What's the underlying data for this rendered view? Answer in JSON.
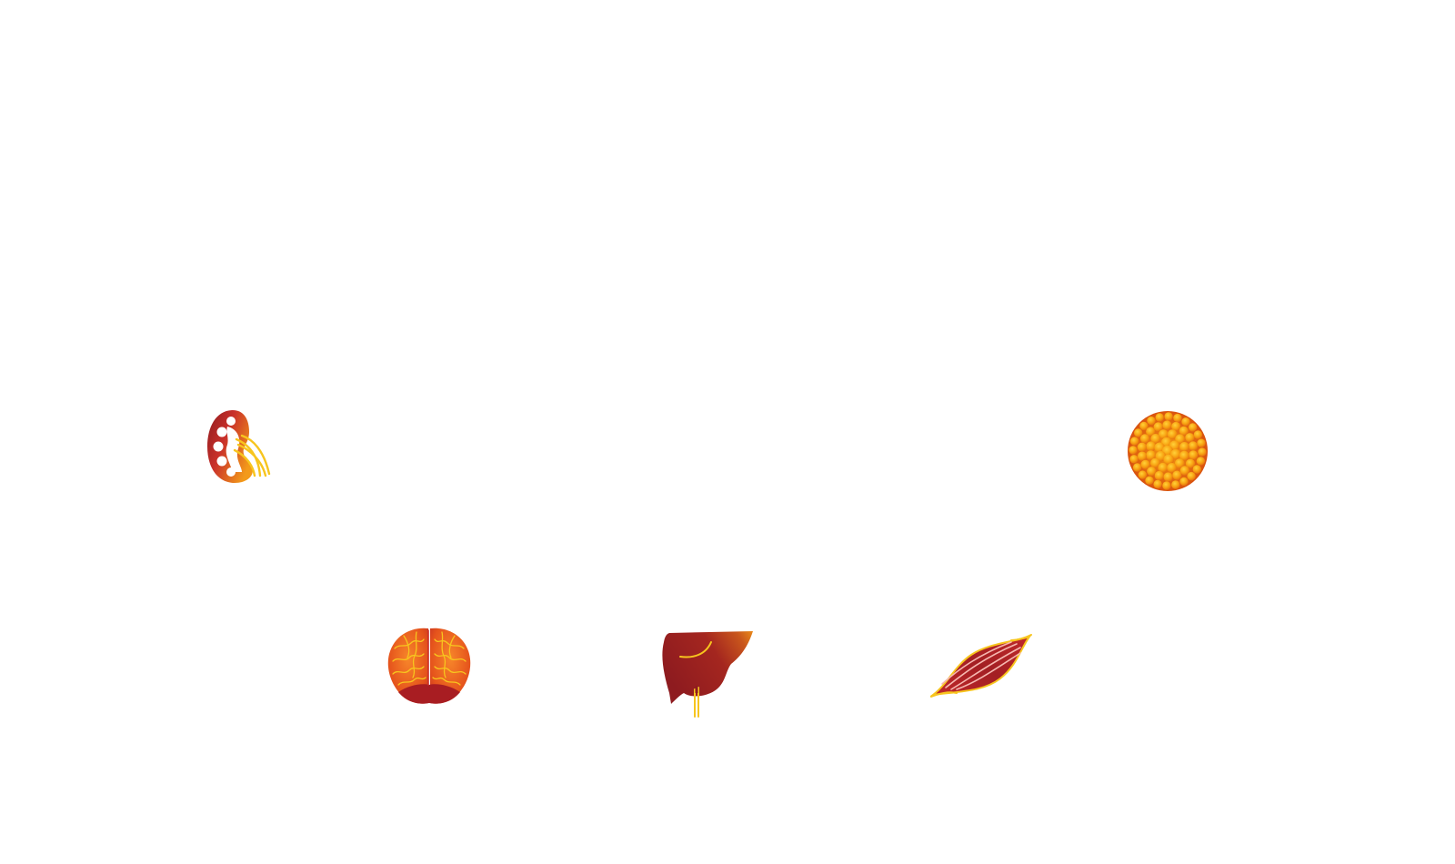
{
  "organs": [
    {
      "id": "kidney",
      "icon": "kidney-icon"
    },
    {
      "id": "fat",
      "icon": "fat-tissue-icon"
    },
    {
      "id": "brain",
      "icon": "brain-icon"
    },
    {
      "id": "liver",
      "icon": "liver-icon"
    },
    {
      "id": "muscle",
      "icon": "muscle-icon"
    }
  ],
  "colors": {
    "dark_red": "#8e1b1f",
    "red": "#c0282a",
    "orange": "#e8561a",
    "amber": "#f59a12",
    "yellow": "#f7c51e",
    "background": "#ffffff"
  }
}
